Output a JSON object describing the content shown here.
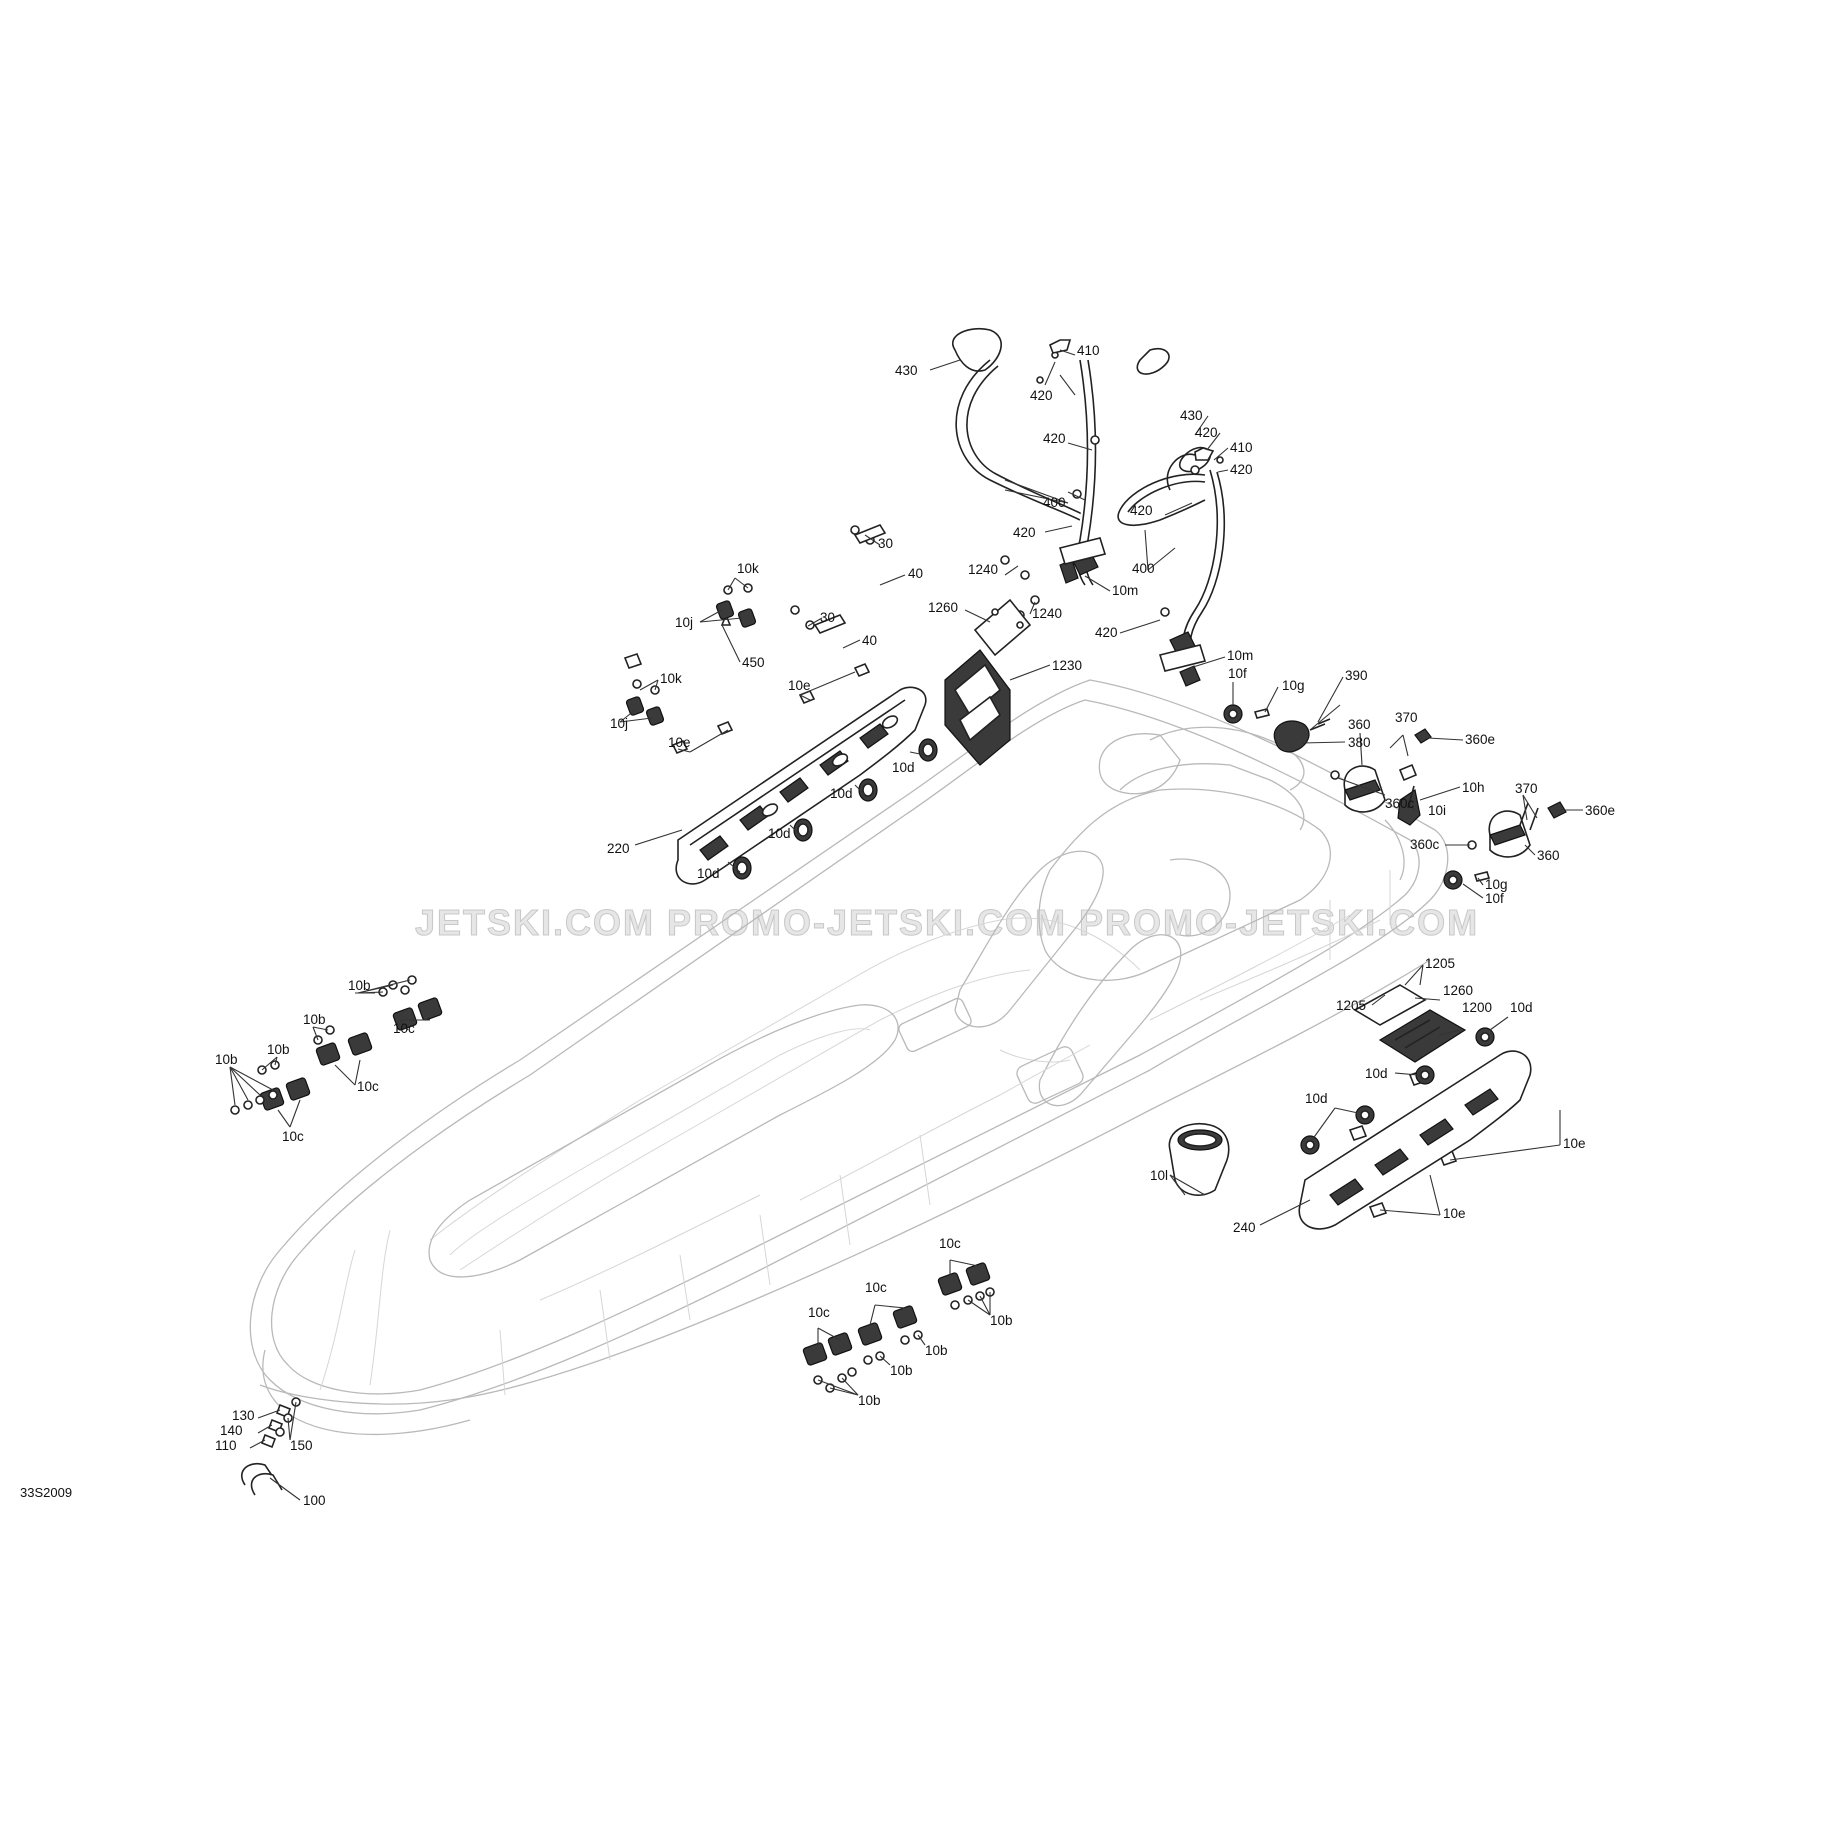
{
  "diagram": {
    "reference_code": "33S2009",
    "watermark": "JETSKI.COM  PROMO-JETSKI.COM  PROMO-JETSKI.COM",
    "callouts": {
      "c430a": "430",
      "c410a": "410",
      "c420a": "420",
      "c420b": "420",
      "c400a": "400",
      "c420c": "420",
      "c430b": "430",
      "c420d": "420",
      "c410b": "410",
      "c420e": "420",
      "c420f": "420",
      "c400b": "400",
      "c10m_a": "10m",
      "c420g": "420",
      "c10m_b": "10m",
      "c30a": "30",
      "c40a": "40",
      "c30b": "30",
      "c40b": "40",
      "c10k_a": "10k",
      "c10j_a": "10j",
      "c450": "450",
      "c10k_b": "10k",
      "c10j_b": "10j",
      "c1240a": "1240",
      "c1260a": "1260",
      "c1240b": "1240",
      "c1230": "1230",
      "c10e_a": "10e",
      "c10e_b": "10e",
      "c220": "220",
      "c10d_a": "10d",
      "c10d_b": "10d",
      "c10d_c": "10d",
      "c10d_d": "10d",
      "c10f_a": "10f",
      "c10g_a": "10g",
      "c390": "390",
      "c380": "380",
      "c360a": "360",
      "c370a": "370",
      "c360e_a": "360e",
      "c10h": "10h",
      "c360c_a": "360c",
      "c10i": "10i",
      "c370b": "370",
      "c360e_b": "360e",
      "c360c_b": "360c",
      "c360b": "360",
      "c10g_b": "10g",
      "c10f_b": "10f",
      "c1205a": "1205",
      "c1205b": "1205",
      "c1260b": "1260",
      "c1200": "1200",
      "c10d_e": "10d",
      "c10d_f": "10d",
      "c10d_g": "10d",
      "c10e_c": "10e",
      "c10e_d": "10e",
      "c240": "240",
      "c10l": "10l",
      "c10b_a": "10b",
      "c10b_b": "10b",
      "c10b_c": "10b",
      "c10b_d": "10b",
      "c10c_a": "10c",
      "c10c_b": "10c",
      "c10c_c": "10c",
      "c10c_d": "10c",
      "c10c_e": "10c",
      "c10c_f": "10c",
      "c10b_e": "10b",
      "c10b_f": "10b",
      "c10b_g": "10b",
      "c10b_h": "10b",
      "c130": "130",
      "c140": "140",
      "c110": "110",
      "c150": "150",
      "c100": "100"
    }
  }
}
